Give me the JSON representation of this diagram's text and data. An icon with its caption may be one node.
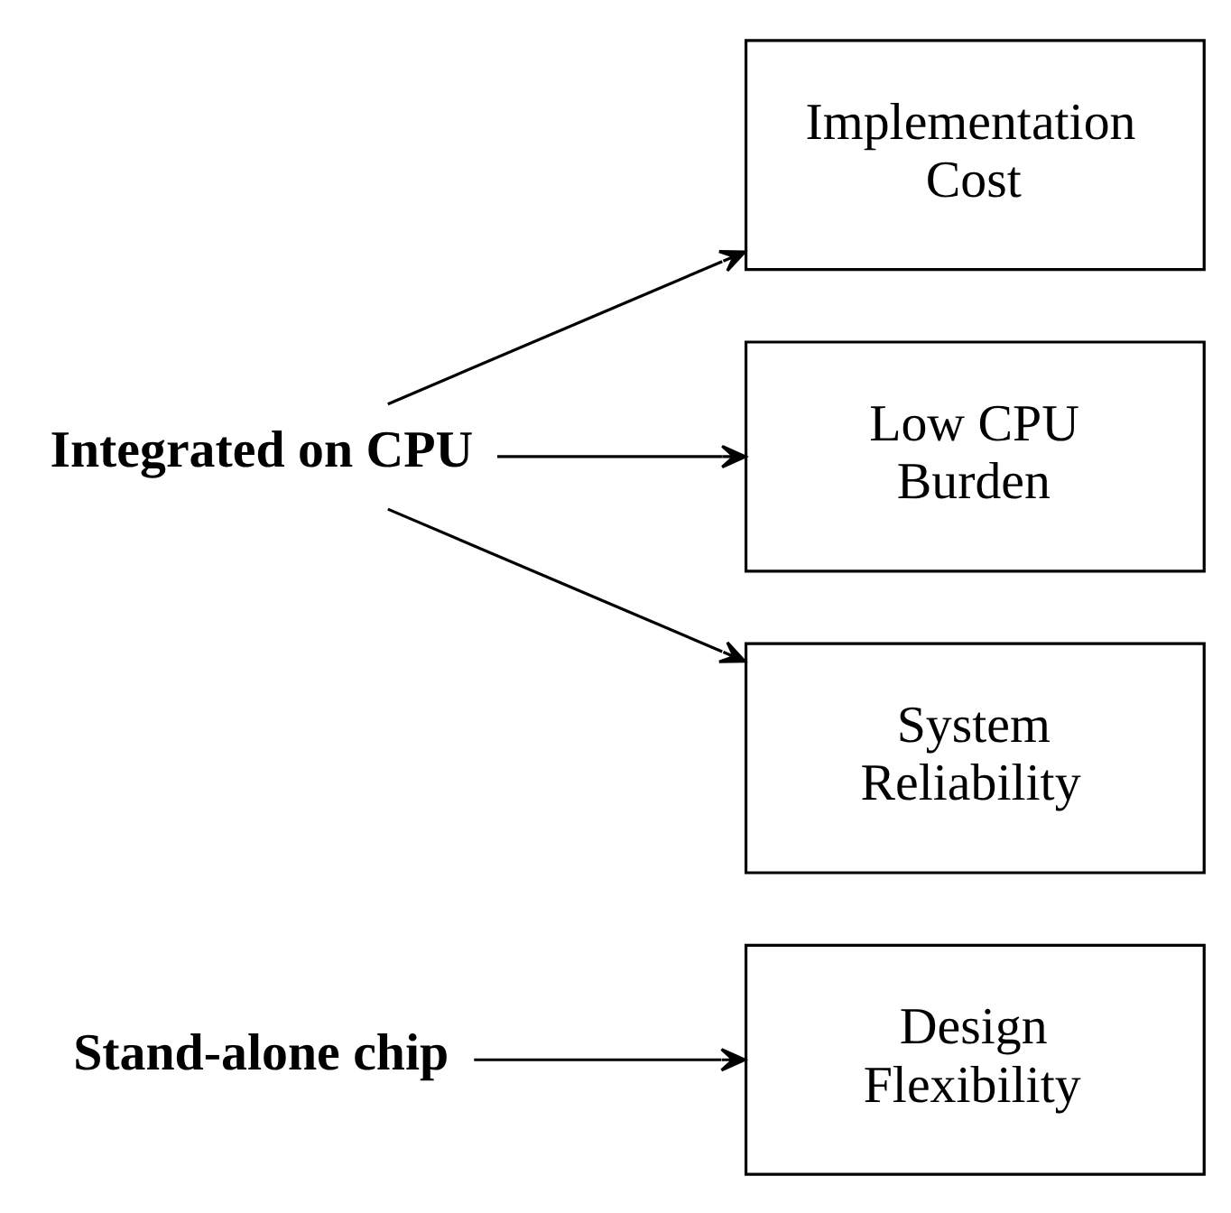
{
  "diagram": {
    "nodes": [
      {
        "text": [
          "Stand-alone chip"
        ]
      },
      {
        "text": [
          "Design Flexibility"
        ]
      },
      {
        "text": [
          "Integrated on CPU"
        ]
      },
      {
        "text": [
          "Implementation Cost"
        ]
      },
      {
        "text": [
          "Low CPU Burden"
        ]
      },
      {
        "text": [
          "System Reliability"
        ]
      }
    ],
    "edges": [
      {
        "from": 0,
        "to": 1,
        "arrow": "to"
      },
      {
        "from": 2,
        "to": 3,
        "arrow": "to"
      },
      {
        "from": 2,
        "to": 4,
        "arrow": "to"
      },
      {
        "from": 2,
        "to": 5,
        "arrow": "to"
      }
    ]
  }
}
